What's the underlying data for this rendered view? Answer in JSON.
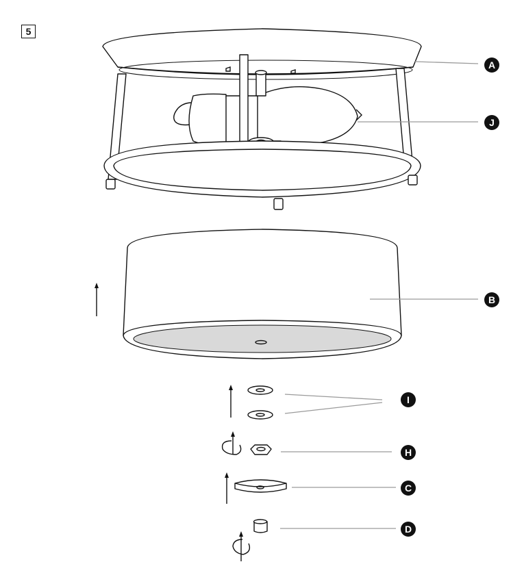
{
  "step": "5",
  "callouts": {
    "a": "A",
    "j": "J",
    "b": "B",
    "i": "I",
    "h": "H",
    "c": "C",
    "d": "D"
  }
}
